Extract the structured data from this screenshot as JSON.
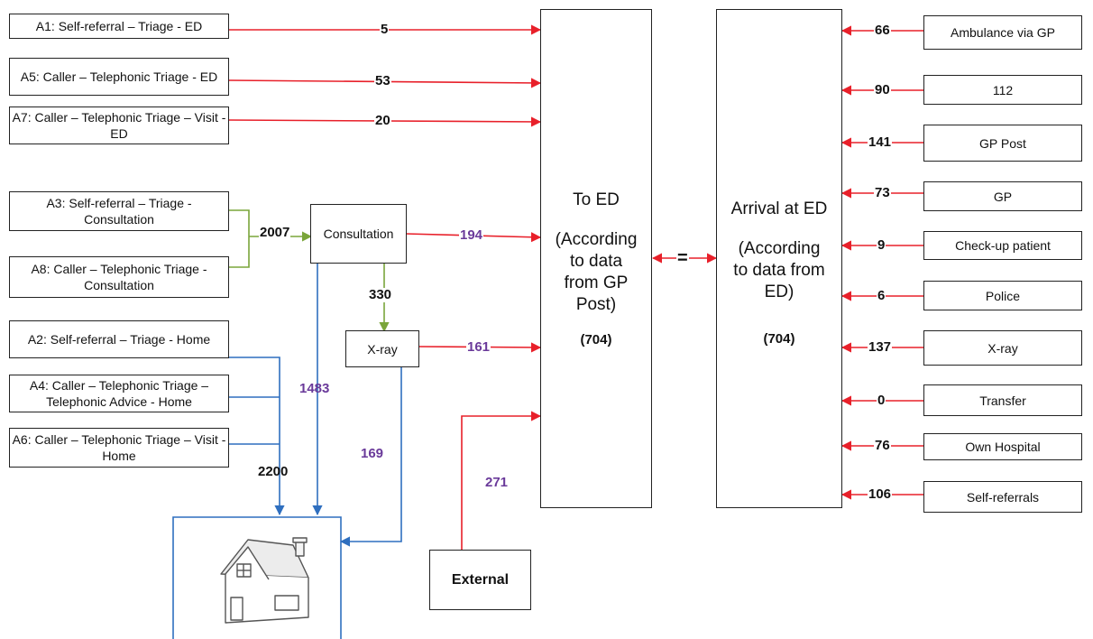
{
  "left_boxes": {
    "a1": "A1: Self-referral – Triage - ED",
    "a5": "A5: Caller – Telephonic Triage - ED",
    "a7": "A7: Caller – Telephonic Triage – Visit - ED",
    "a3": "A3: Self-referral – Triage - Consultation",
    "a8": "A8: Caller – Telephonic Triage - Consultation",
    "a2": "A2: Self-referral – Triage - Home",
    "a4": "A4: Caller – Telephonic Triage – Telephonic Advice - Home",
    "a6": "A6: Caller – Telephonic Triage – Visit - Home"
  },
  "mid_boxes": {
    "consultation": "Consultation",
    "xray": "X-ray",
    "external": "External"
  },
  "to_ed": {
    "title": "To ED",
    "subtitle": "(According\nto data\nfrom GP\nPost)",
    "count": "(704)"
  },
  "arrival": {
    "title": "Arrival at ED",
    "subtitle": "(According\nto data from\nED)",
    "count": "(704)"
  },
  "equals": "=",
  "flows": {
    "a1_to_ed": "5",
    "a5_to_ed": "53",
    "a7_to_ed": "20",
    "to_consultation": "2007",
    "consultation_to_ed": "194",
    "consultation_to_xray": "330",
    "xray_to_ed": "161",
    "consultation_to_home": "1483",
    "xray_to_home": "169",
    "a2_a4_a6_to_home": "2200",
    "external_to_ed": "271"
  },
  "sources": [
    {
      "label": "Ambulance via GP",
      "count": "66"
    },
    {
      "label": "112",
      "count": "90"
    },
    {
      "label": "GP Post",
      "count": "141"
    },
    {
      "label": "GP",
      "count": "73"
    },
    {
      "label": "Check-up patient",
      "count": "9"
    },
    {
      "label": "Police",
      "count": "6"
    },
    {
      "label": "X-ray",
      "count": "137"
    },
    {
      "label": "Transfer",
      "count": "0"
    },
    {
      "label": "Own Hospital",
      "count": "76"
    },
    {
      "label": "Self-referrals",
      "count": "106"
    }
  ],
  "colors": {
    "red": "#e8202a",
    "blue": "#2f6fbf",
    "green": "#7aa53a",
    "purple": "#6a3a9a"
  },
  "icons": [
    "house-icon"
  ]
}
